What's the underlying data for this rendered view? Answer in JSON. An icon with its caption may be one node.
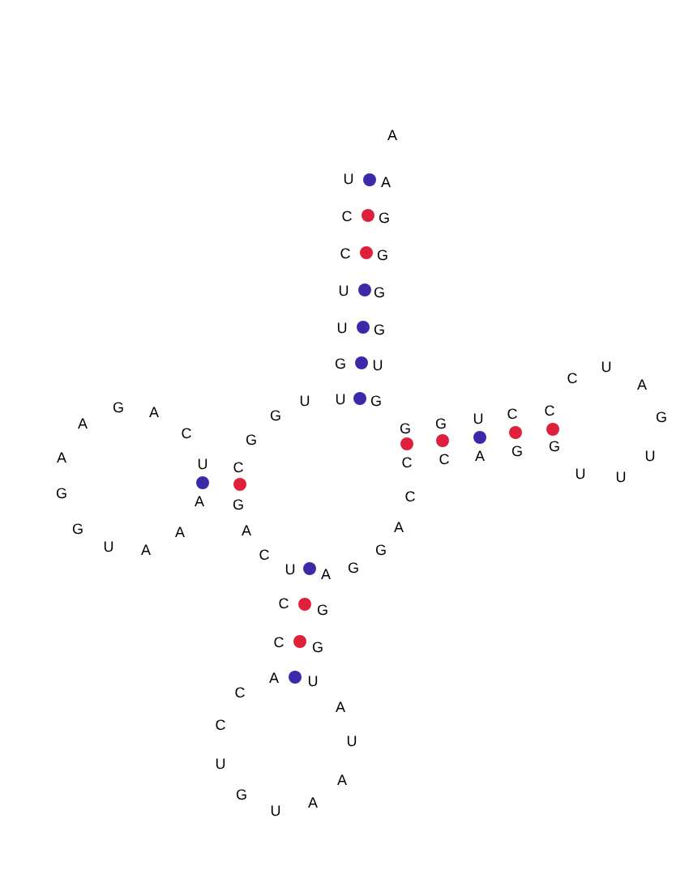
{
  "diagram": {
    "labels": [
      "A",
      "U",
      "A",
      "C",
      "G",
      "C",
      "G",
      "U",
      "G",
      "U",
      "G",
      "G",
      "U",
      "U",
      "C",
      "A",
      "U",
      "G",
      "U",
      "G",
      "C",
      "A",
      "C",
      "G",
      "G",
      "U",
      "A",
      "G",
      "G",
      "C",
      "G",
      "G",
      "G",
      "A",
      "A",
      "U",
      "C",
      "C",
      "U",
      "C",
      "U",
      "U",
      "G",
      "C",
      "A",
      "G",
      "A",
      "G",
      "A",
      "A",
      "U",
      "A",
      "G",
      "C",
      "U",
      "G",
      "A",
      "C",
      "G",
      "C",
      "G",
      "A",
      "U",
      "C",
      "A",
      "C",
      "U",
      "U",
      "A",
      "G",
      "A",
      "U"
    ]
  }
}
